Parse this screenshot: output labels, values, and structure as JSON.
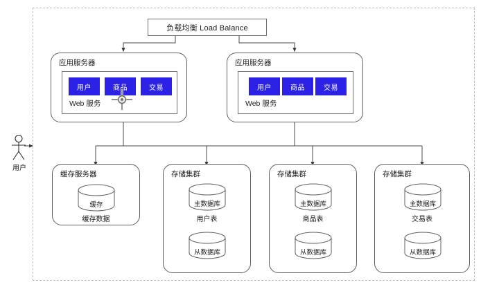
{
  "diagram": {
    "title_node": {
      "label": "负载均衡 Load Balance"
    },
    "actor": {
      "label": "用户",
      "icon": "actor-stick-figure-icon"
    },
    "app_servers": [
      {
        "label": "应用服务器",
        "web_box_label": "Web 服务",
        "services": [
          "用户",
          "商品",
          "交易"
        ]
      },
      {
        "label": "应用服务器",
        "web_box_label": "Web 服务",
        "services": [
          "用户",
          "商品",
          "交易"
        ]
      }
    ],
    "cache_server": {
      "label": "缓存服务器",
      "cylinder_label": "缓存",
      "caption": "缓存数据"
    },
    "storage_clusters": [
      {
        "label": "存储集群",
        "master_label": "主数据库",
        "caption": "用户表",
        "slave_label": "从数据库"
      },
      {
        "label": "存储集群",
        "master_label": "主数据库",
        "caption": "商品表",
        "slave_label": "从数据库"
      },
      {
        "label": "存储集群",
        "master_label": "主数据库",
        "caption": "交易表",
        "slave_label": "从数据库"
      }
    ],
    "cursor": {
      "icon": "move-crosshair-cursor-icon"
    },
    "colors": {
      "service_chip": "#2b22e6",
      "chip_text": "#ffffff",
      "stroke": "#5f5f5f",
      "boundary": "#b9b9bd",
      "background": "#ffffff"
    }
  }
}
